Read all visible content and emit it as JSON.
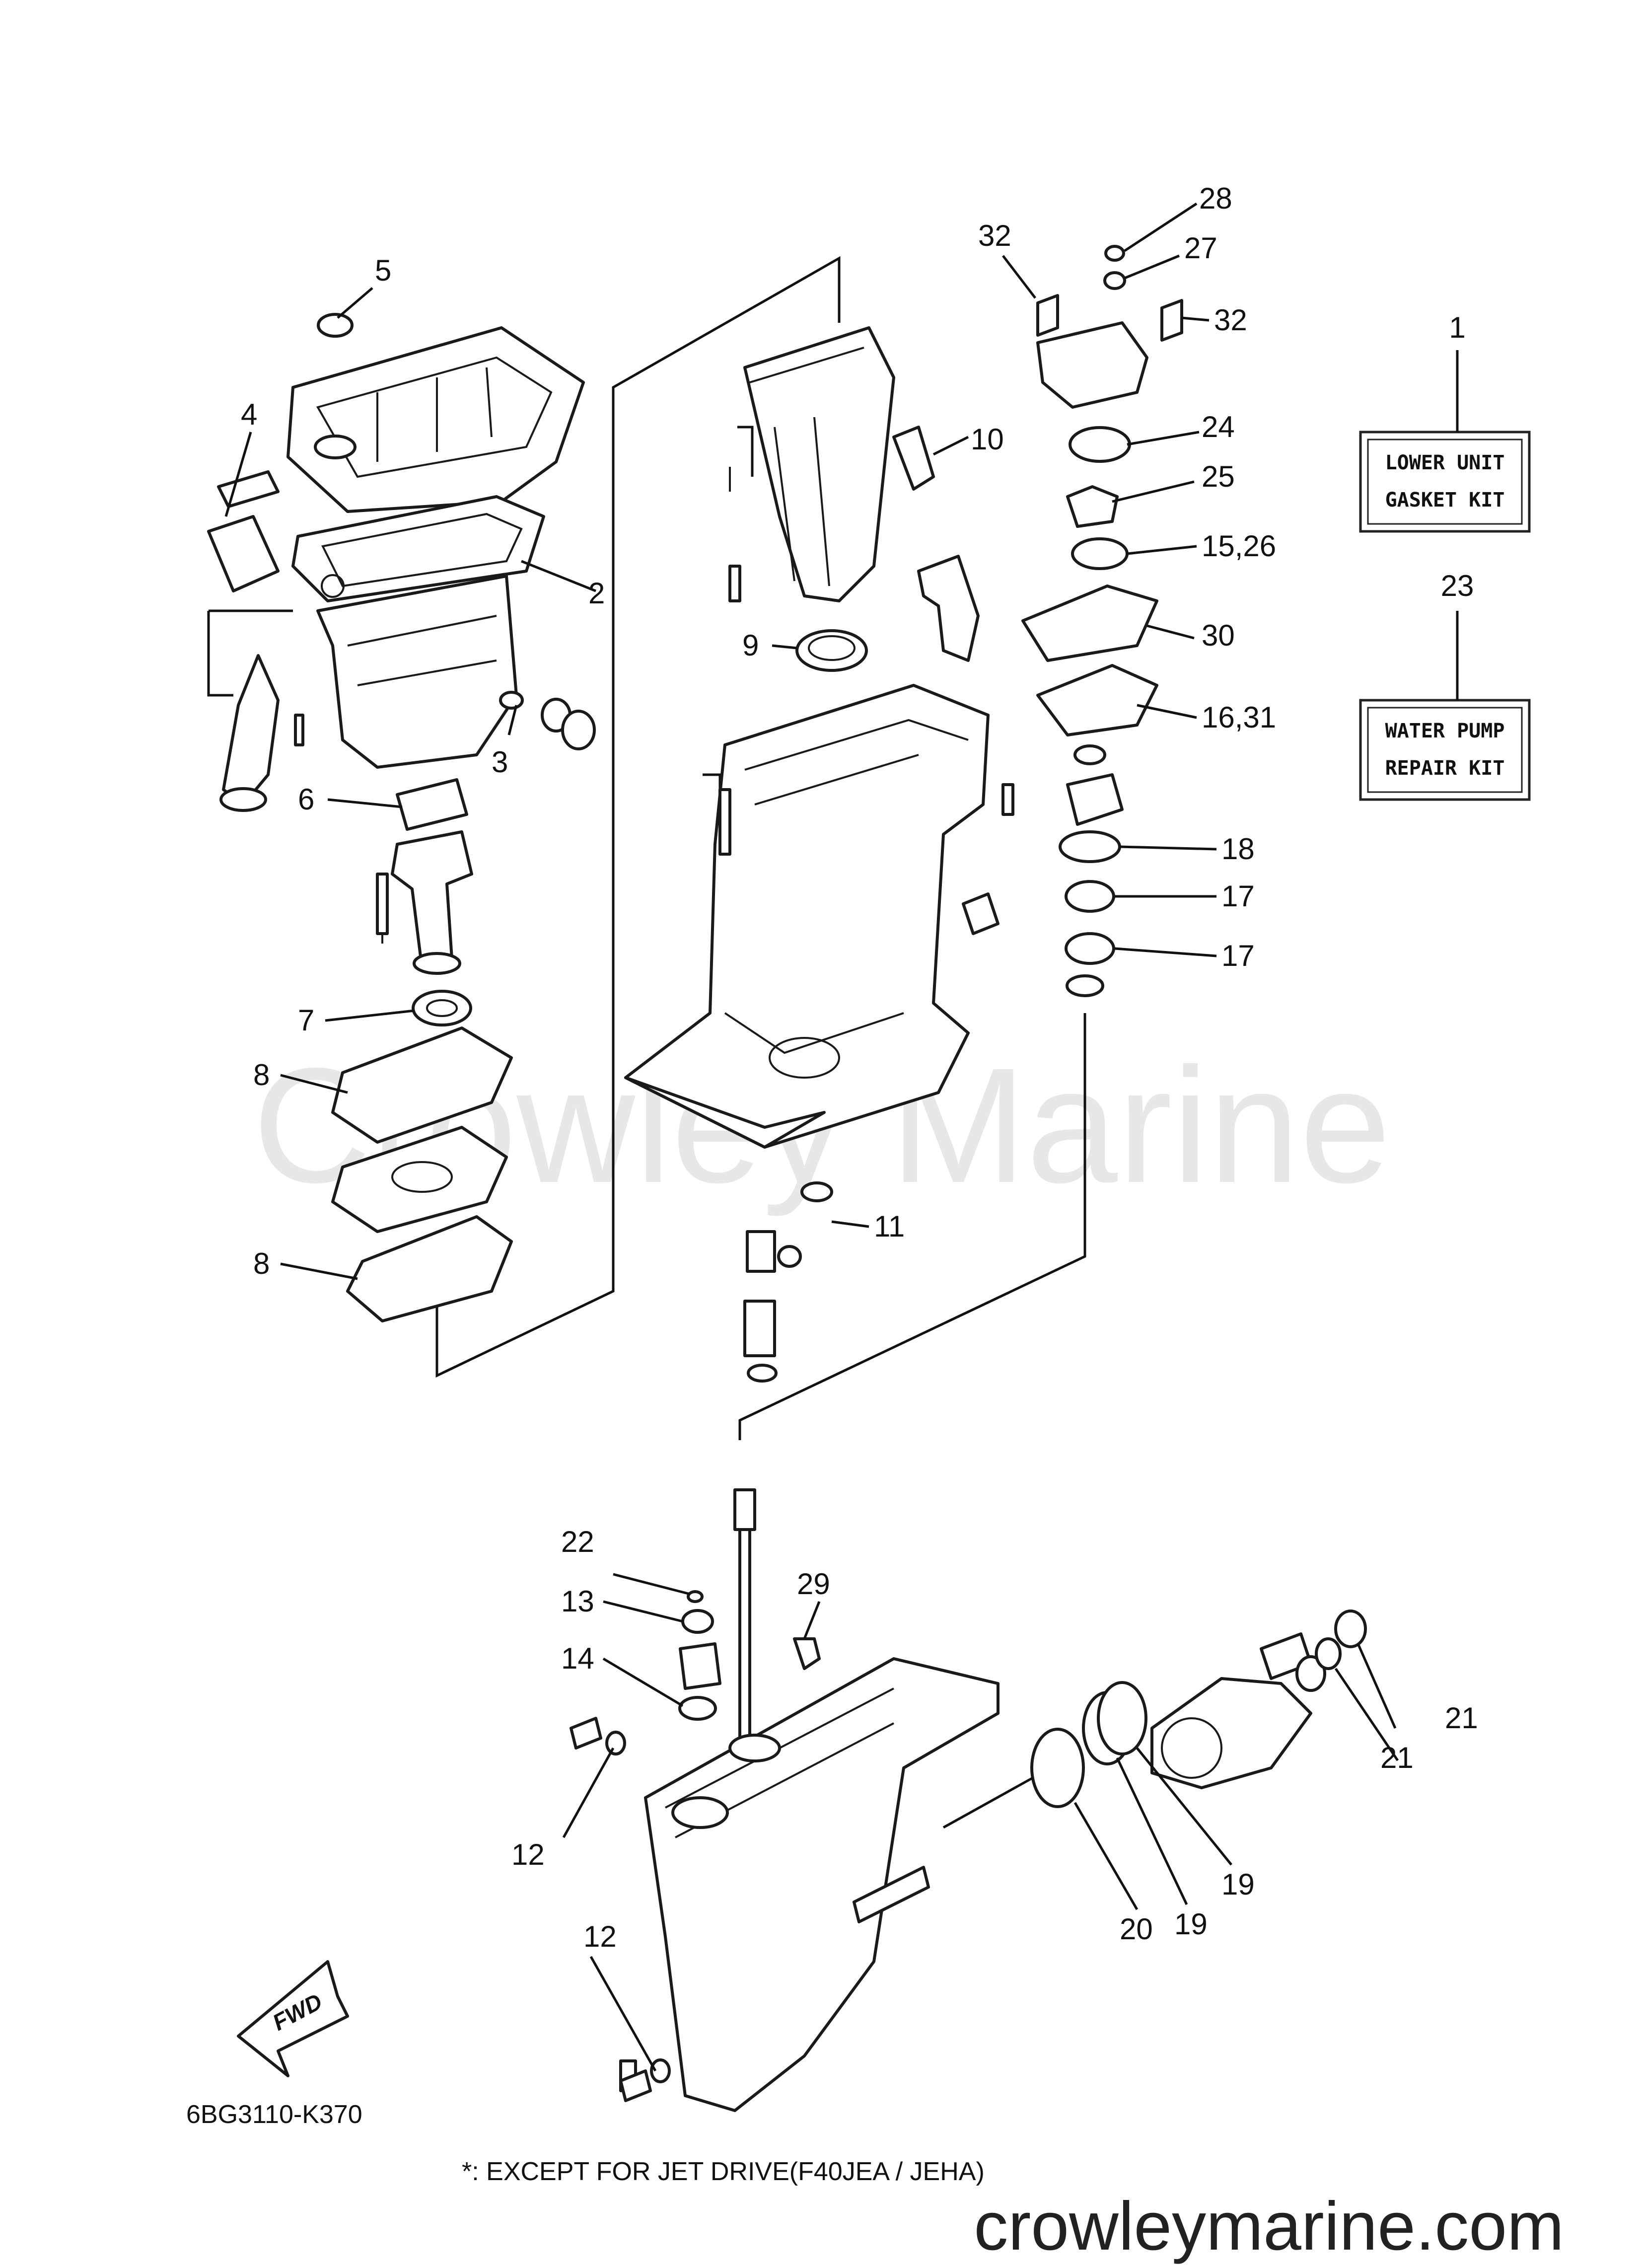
{
  "watermark": "Crowley Marine",
  "diagram_code": "6BG3110-K370",
  "footnote": "*: EXCEPT FOR JET DRIVE(F40JEA / JEHA)",
  "website": "crowleymarine.com",
  "fwd_label": "FWD",
  "kits": [
    {
      "number": "1",
      "line1": "LOWER UNIT",
      "line2": "GASKET KIT"
    },
    {
      "number": "23",
      "line1": "WATER PUMP",
      "line2": "REPAIR KIT"
    }
  ],
  "callouts": [
    "2",
    "3",
    "4",
    "5",
    "6",
    "7",
    "8",
    "8",
    "9",
    "10",
    "11",
    "12",
    "12",
    "13",
    "14",
    "15,26",
    "16,31",
    "17",
    "17",
    "18",
    "19",
    "19",
    "20",
    "21",
    "21",
    "22",
    "24",
    "25",
    "27",
    "28",
    "29",
    "30",
    "32",
    "32"
  ]
}
